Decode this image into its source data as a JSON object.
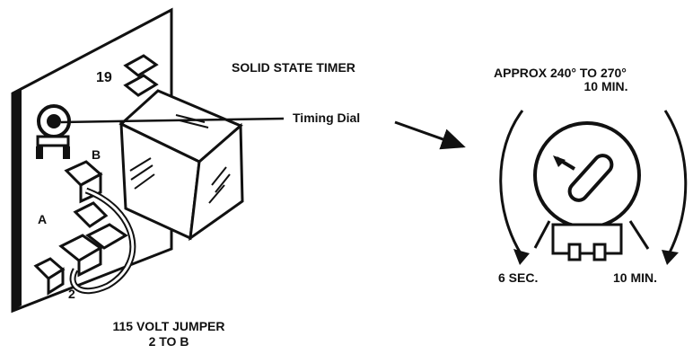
{
  "labels": {
    "panel_number": "19",
    "title": "SOLID STATE TIMER",
    "timing_dial": "Timing Dial",
    "terminal_b": "B",
    "terminal_a": "A",
    "terminal_2": "2",
    "jumper_line1": "115 VOLT JUMPER",
    "jumper_line2": "2 TO B",
    "approx_line1": "APPROX 240° TO 270°",
    "approx_line2": "10 MIN.",
    "six_sec": "6 SEC.",
    "ten_min": "10 MIN."
  }
}
